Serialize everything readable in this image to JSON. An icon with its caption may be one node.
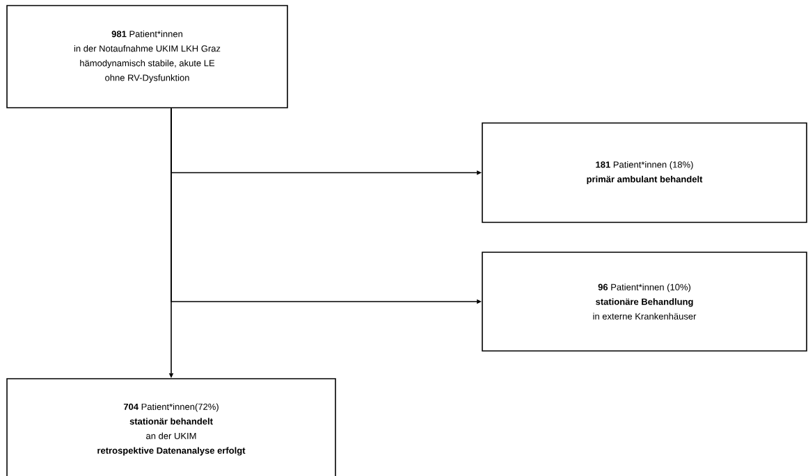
{
  "diagram": {
    "nodes": [
      {
        "text": [
          "981",
          "Patient*innen",
          "in der Notaufnahme UKIM LKH Graz",
          "hämodynamisch stabile, akute LE",
          "ohne RV-Dysfunktion"
        ]
      },
      {
        "text": [
          "181",
          "Patient*innen (18%)",
          "primär ambulant behandelt"
        ]
      },
      {
        "text": [
          "96",
          "Patient*innen (10%)",
          "stationäre Behandlung",
          "in externe Krankenhäuser"
        ]
      },
      {
        "text": [
          "704",
          "Patient*innen(72%)",
          "stationär behandelt",
          "an der UKIM",
          "retrospektive Datenanalyse erfolgt"
        ]
      }
    ],
    "edges": [
      {
        "from": 0,
        "to": 1,
        "arrow": "to"
      },
      {
        "from": 0,
        "to": 2,
        "arrow": "to"
      },
      {
        "from": 0,
        "to": 3,
        "arrow": "to"
      }
    ]
  }
}
